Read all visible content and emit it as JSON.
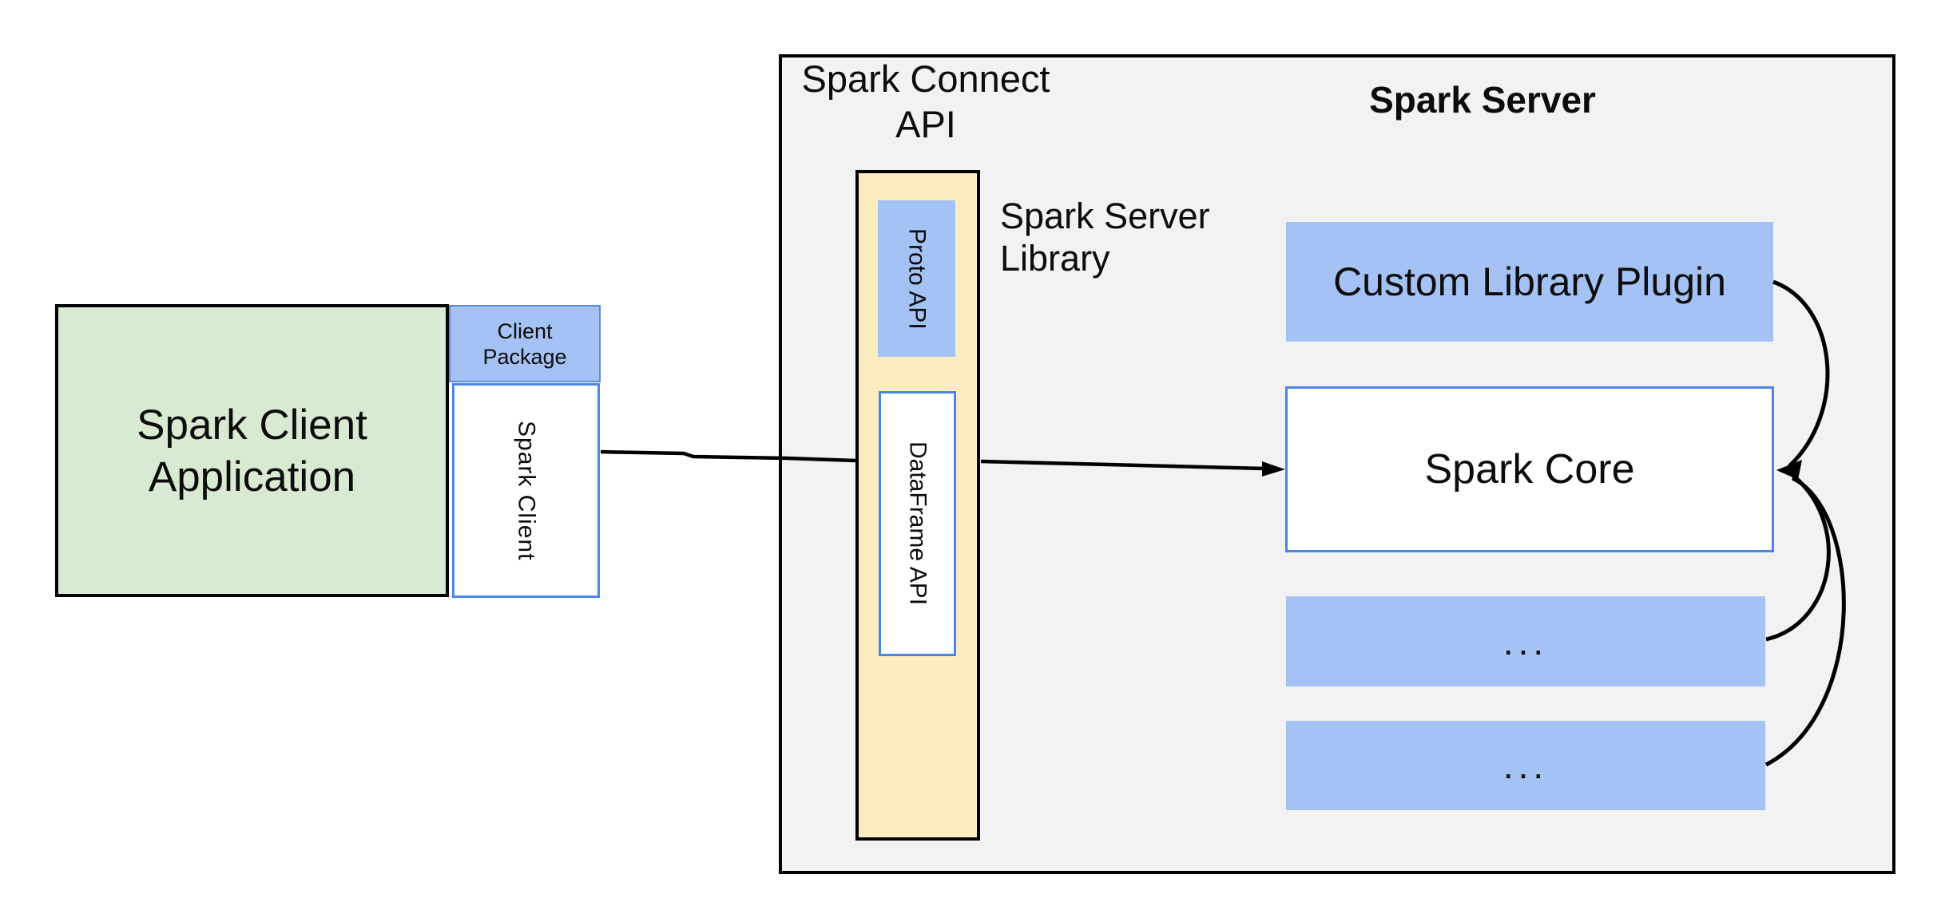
{
  "diagram": {
    "client_app": {
      "label": "Spark Client\nApplication"
    },
    "client_package": {
      "label": "Client\nPackage"
    },
    "spark_client": {
      "label": "Spark Client"
    },
    "connect_api": {
      "label": "Spark Connect\nAPI"
    },
    "server": {
      "title": "Spark Server"
    },
    "server_library": {
      "label": "Spark Server\nLibrary"
    },
    "proto_api": {
      "label": "Proto API"
    },
    "dataframe_api": {
      "label": "DataFrame API"
    },
    "custom_plugin": {
      "label": "Custom Library Plugin"
    },
    "spark_core": {
      "label": "Spark Core"
    },
    "plugin_slot_1": {
      "label": "..."
    },
    "plugin_slot_2": {
      "label": "..."
    }
  },
  "colors": {
    "client_app_fill": "#d9ead3",
    "blue_fill": "#a4c2f4",
    "library_fill": "#fcedc1",
    "server_fill": "#f2f2f2",
    "box_border_blue": "#4a86e8",
    "outline_black": "#000000"
  }
}
